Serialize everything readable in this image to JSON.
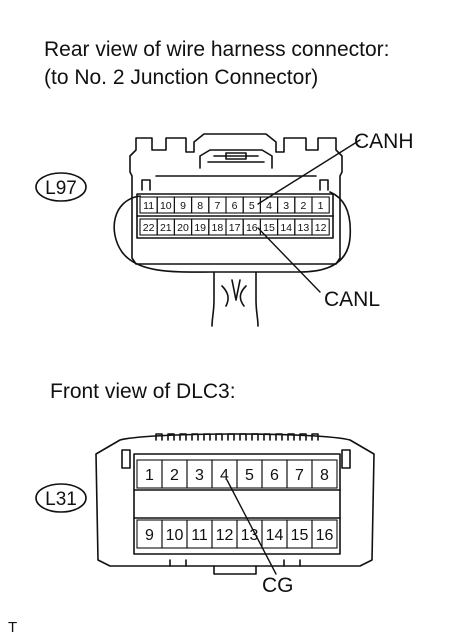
{
  "connector_l97": {
    "caption_line1": "Rear view of wire harness connector:",
    "caption_line2": "(to No. 2 Junction Connector)",
    "tag": "L97",
    "top_row_pins": [
      "11",
      "10",
      "9",
      "8",
      "7",
      "6",
      "5",
      "4",
      "3",
      "2",
      "1"
    ],
    "bottom_row_pins": [
      "22",
      "21",
      "20",
      "19",
      "18",
      "17",
      "16",
      "15",
      "14",
      "13",
      "12"
    ],
    "signals": [
      {
        "label": "CANH",
        "pin": "5"
      },
      {
        "label": "CANL",
        "pin": "16"
      }
    ]
  },
  "connector_l31": {
    "caption": "Front view of DLC3:",
    "tag": "L31",
    "top_row_pins": [
      "1",
      "2",
      "3",
      "4",
      "5",
      "6",
      "7",
      "8"
    ],
    "bottom_row_pins": [
      "9",
      "10",
      "11",
      "12",
      "13",
      "14",
      "15",
      "16"
    ],
    "signals": [
      {
        "label": "CG",
        "pin": "4"
      }
    ]
  },
  "footer_mark": "T"
}
